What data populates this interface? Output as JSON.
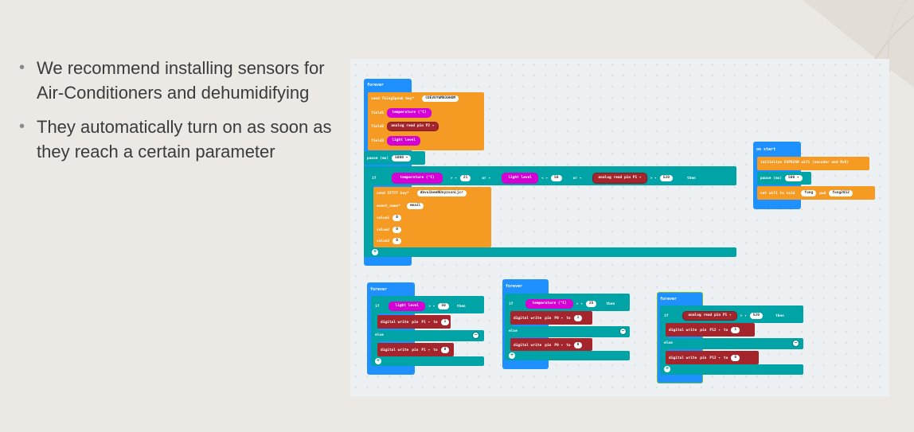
{
  "bullets": [
    " We recommend installing sensors for Air-Conditioners and dehumidifying",
    "They automatically turn on as soon as they reach a certain parameter"
  ],
  "blocks": {
    "forever": "forever",
    "on_start": "on start",
    "send_thingspeak": "send ThingSpeak key*",
    "thingspeak_key": "COEV8YWMN30HOM",
    "field1": "field1",
    "field2": "field2",
    "field3": "field3",
    "temperature": "temperature (°C)",
    "analog_read": "analog read",
    "pin": "pin",
    "p2": "P2 ▾",
    "p1": "P1 ▾",
    "p0": "P0 ▾",
    "p12": "P12 ▾",
    "light_level": "light level",
    "pause": "pause (ms)",
    "pause_value": "5000 ▾",
    "pause_value2": "500 ▾",
    "if": "if",
    "or": "or ▾",
    "then": "then",
    "else": "else",
    "gt": "> ▾",
    "lt": "< ▾",
    "n21": "21",
    "n50": "50",
    "n520": "520",
    "n25": "25",
    "send_ifttt": "send IFTTT key*",
    "ifttt_key": "dbvu1bemNUnyzxxnLjcr",
    "event_name": "event_name*",
    "event_value": "email",
    "value1": "value1",
    "value2": "value2",
    "value3": "value3",
    "zero": "0",
    "one": "1",
    "digital_write": "digital write",
    "to": "to",
    "init_wifi": "initialize ESP8266 wifi (encoder and Rx8)",
    "set_wifi": "set wifi to ssid",
    "ssid": "fung",
    "pwd_label": "pwd",
    "pwd": "fung2012",
    "plus": "+",
    "minus": "−"
  }
}
